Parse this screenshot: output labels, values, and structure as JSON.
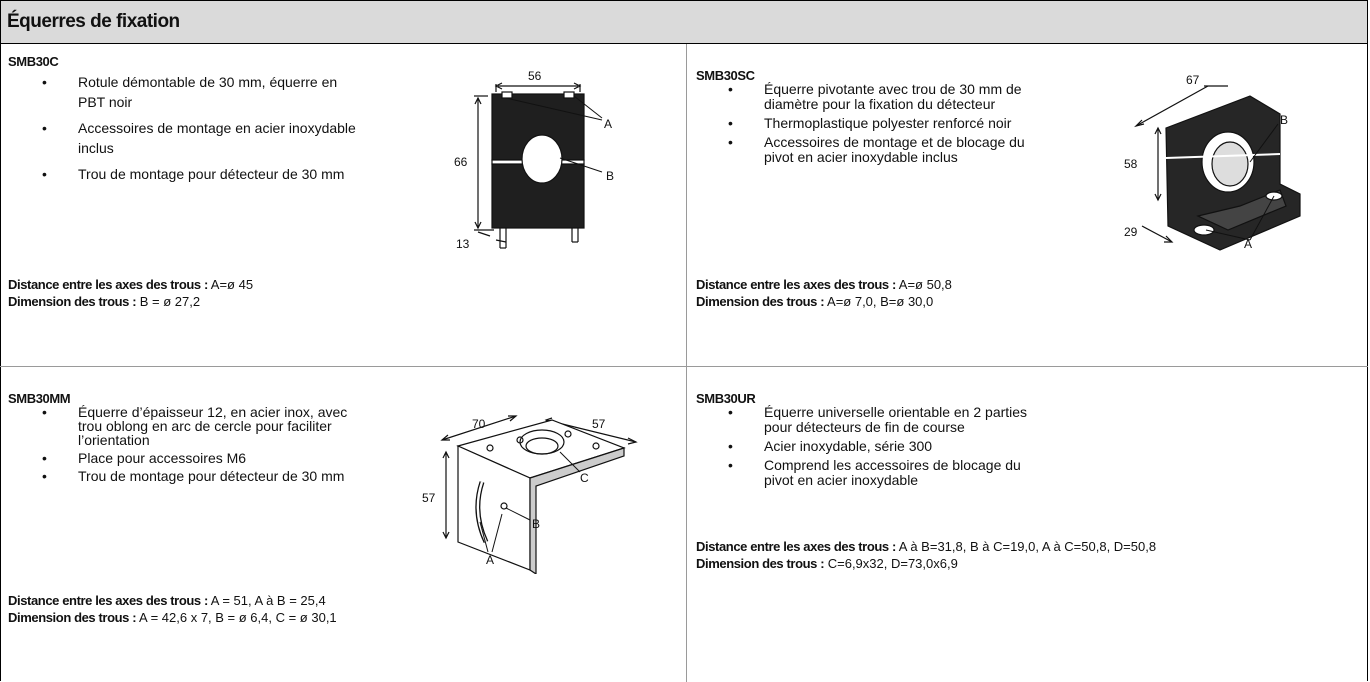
{
  "header": {
    "title": "Équerres de fixation"
  },
  "smb30c": {
    "name": "SMB30C",
    "bullets": [
      "Rotule démontable de 30 mm, équerre en PBT noir",
      "Accessoires de montage en acier inoxydable inclus",
      "Trou de montage pour détecteur de 30 mm"
    ],
    "spacing_label": "Distance entre les axes des trous :",
    "spacing_value": " A=ø 45",
    "holes_label": "Dimension des trous :",
    "holes_value": " B = ø 27,2",
    "dims": {
      "width": "56",
      "height": "66",
      "offset": "13",
      "label_a": "A",
      "label_b": "B"
    }
  },
  "smb30sc": {
    "name": "SMB30SC",
    "bullets": [
      "Équerre pivotante avec trou de 30 mm de diamètre pour la fixation du détecteur",
      "Thermoplastique polyester renforcé noir",
      "Accessoires de montage et de blocage du pivot en acier inoxydable inclus"
    ],
    "spacing_label": "Distance entre les axes des trous :",
    "spacing_value": " A=ø 50,8",
    "holes_label": "Dimension des trous :",
    "holes_value": " A=ø 7,0, B=ø 30,0",
    "dims": {
      "width": "67",
      "height": "58",
      "depth": "29",
      "label_a": "A",
      "label_b": "B"
    }
  },
  "smb30mm": {
    "name": "SMB30MM",
    "bullets": [
      "Équerre d’épaisseur 12, en acier inox, avec trou oblong en arc de cercle pour faciliter l’orientation",
      "Place pour accessoires M6",
      "Trou de montage pour détecteur de 30 mm"
    ],
    "spacing_label": "Distance entre les axes des trous :",
    "spacing_value": " A = 51, A à B = 25,4",
    "holes_label": "Dimension des trous :",
    "holes_value": " A = 42,6 x 7, B = ø 6,4, C = ø 30,1",
    "dims": {
      "width": "70",
      "depth": "57",
      "height": "57",
      "label_a": "A",
      "label_b": "B",
      "label_c": "C"
    }
  },
  "smb30ur": {
    "name": "SMB30UR",
    "bullets": [
      "Équerre universelle orientable en 2 parties pour détecteurs de fin de course",
      "Acier inoxydable, série 300",
      "Comprend les accessoires de blocage du pivot en acier inoxydable"
    ],
    "spacing_label": "Distance entre les axes des trous :",
    "spacing_value": " A à B=31,8, B à C=19,0, A à C=50,8, D=50,8",
    "holes_label": "Dimension des trous :",
    "holes_value": " C=6,9x32, D=73,0x6,9"
  },
  "bullet_glyph": "•"
}
